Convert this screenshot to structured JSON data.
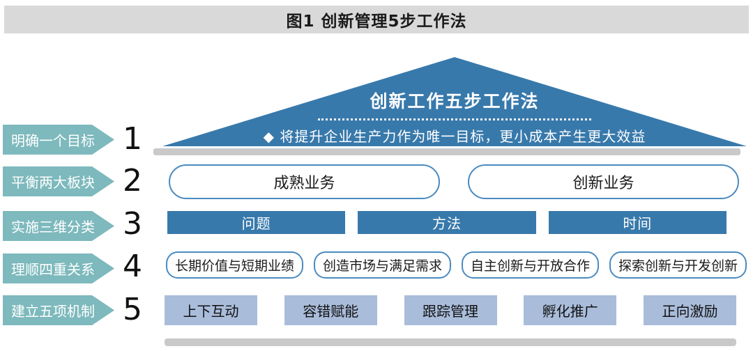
{
  "figure": {
    "title": "图1 创新管理5步工作法"
  },
  "pyramid": {
    "title": "创新工作五步工作法",
    "subtitle": "◆ 将提升企业生产力作为唯一目标，更小成本产生更大效益"
  },
  "steps": [
    {
      "num": "1",
      "label": "明确一个目标"
    },
    {
      "num": "2",
      "label": "平衡两大板块"
    },
    {
      "num": "3",
      "label": "实施三维分类"
    },
    {
      "num": "4",
      "label": "理顺四重关系"
    },
    {
      "num": "5",
      "label": "建立五项机制"
    }
  ],
  "row2": {
    "items": [
      "成熟业务",
      "创新业务"
    ]
  },
  "row3": {
    "items": [
      "问题",
      "方法",
      "时间"
    ]
  },
  "row4": {
    "items": [
      "长期价值与短期业绩",
      "创造市场与满足需求",
      "自主创新与开放合作",
      "探索创新与开发创新"
    ]
  },
  "row5": {
    "items": [
      "上下互动",
      "容错赋能",
      "跟踪管理",
      "孵化推广",
      "正向激励"
    ]
  },
  "colors": {
    "primary_blue": "#3879ab",
    "outline_blue": "#4a8ac0",
    "teal_banner": "#7db9bd",
    "light_blue_box": "#a9bcda",
    "gray_bar": "#c9c9c9",
    "title_bar_bg": "#d9d9d9"
  }
}
